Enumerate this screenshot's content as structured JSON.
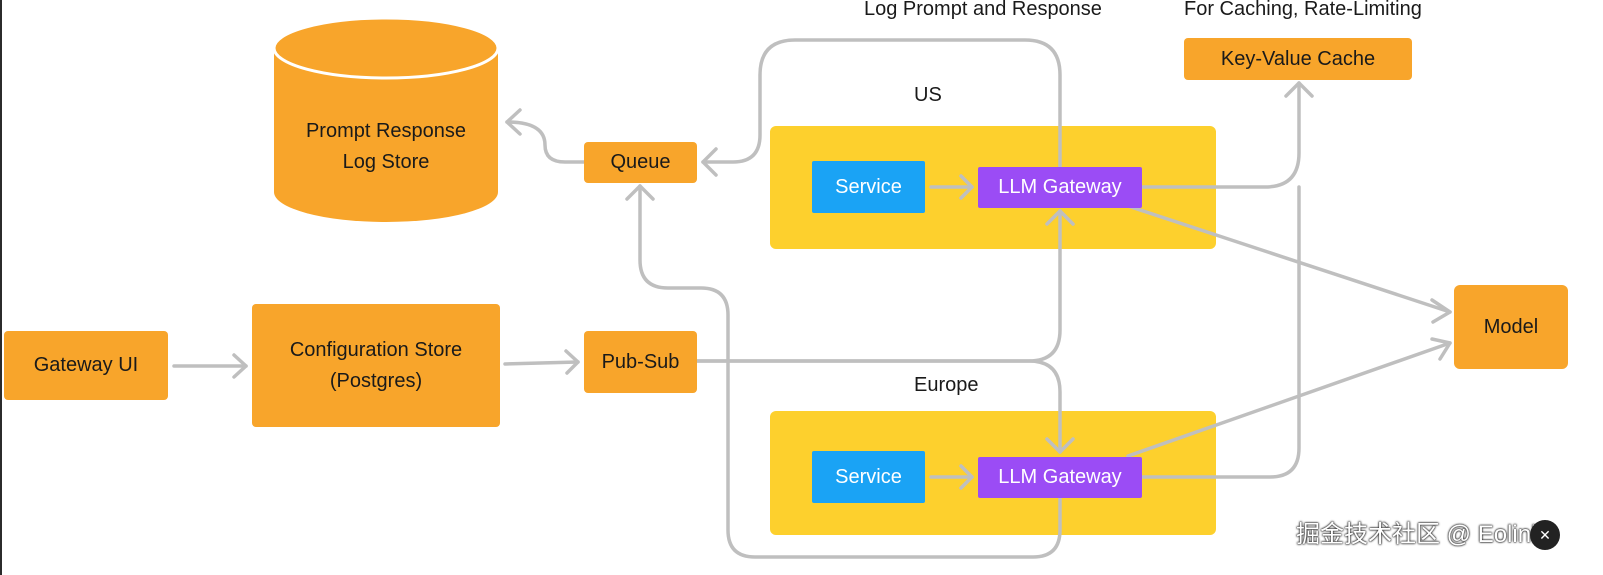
{
  "labels": {
    "log_prompt": "Log Prompt and Response",
    "caching": "For Caching, Rate-Limiting",
    "us": "US",
    "europe": "Europe"
  },
  "nodes": {
    "db": "Prompt Response\nLog Store",
    "queue": "Queue",
    "kv_cache": "Key-Value Cache",
    "us_service": "Service",
    "us_gateway": "LLM Gateway",
    "gateway_ui": "Gateway UI",
    "config_store": "Configuration Store\n(Postgres)",
    "pubsub": "Pub-Sub",
    "model": "Model",
    "eu_service": "Service",
    "eu_gateway": "LLM Gateway"
  },
  "watermark": "掘金技术社区 @ Eolink",
  "colors": {
    "orange": "#f8a52b",
    "yellow": "#fdd02d",
    "blue": "#1aa3f5",
    "purple": "#9b4cf5",
    "line": "#bfbfbf"
  }
}
